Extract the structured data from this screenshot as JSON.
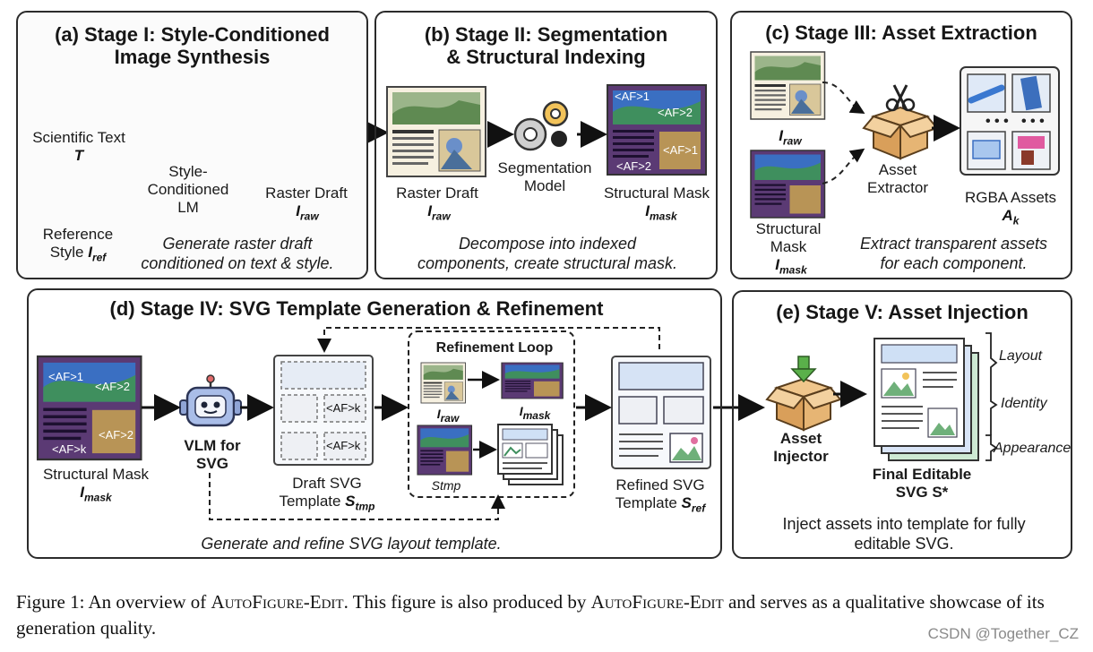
{
  "panels": {
    "a": {
      "title_l1": "(a) Stage I: Style-Conditioned",
      "title_l2": "Image Synthesis",
      "sci_text": "Scientific Text",
      "sci_sym": "T",
      "ref_l1": "Reference",
      "ref_l2": "Style ",
      "ref_sym": "I",
      "ref_sub": "ref",
      "lm_l1": "Style-",
      "lm_l2": "Conditioned",
      "lm_l3": "LM",
      "draft": "Raster Draft",
      "draft_sym": "I",
      "draft_sub": "raw",
      "desc_l1": "Generate raster draft",
      "desc_l2": "conditioned on text & style."
    },
    "b": {
      "title_l1": "(b) Stage II: Segmentation",
      "title_l2": "& Structural Indexing",
      "draft": "Raster Draft",
      "draft_sym": "I",
      "draft_sub": "raw",
      "seg_l1": "Segmentation",
      "seg_l2": "Model",
      "mask": "Structural Mask",
      "mask_sym": "I",
      "mask_sub": "mask",
      "desc_l1": "Decompose into indexed",
      "desc_l2": "components, create structural mask."
    },
    "c": {
      "title": "(c) Stage III: Asset Extraction",
      "iraw_sym": "I",
      "iraw_sub": "raw",
      "mask_l1": "Structural",
      "mask_l2": "Mask",
      "mask_sym": "I",
      "mask_sub": "mask",
      "extractor_l1": "Asset",
      "extractor_l2": "Extractor",
      "rgba": "RGBA Assets",
      "rgba_sym": "A",
      "rgba_sub": "k",
      "desc_l1": "Extract transparent assets",
      "desc_l2": "for each component."
    },
    "d": {
      "title": "(d) Stage IV: SVG Template Generation & Refinement",
      "mask": "Structural Mask",
      "mask_sym": "I",
      "mask_sub": "mask",
      "vlm_l1": "VLM for",
      "vlm_l2": "SVG",
      "draft_l1": "Draft SVG",
      "draft_l2": "Template ",
      "draft_sym": "S",
      "draft_sub": "tmp",
      "loop": "Refinement Loop",
      "iraw_sym": "I",
      "iraw_sub": "raw",
      "imask_sym": "I",
      "imask_sub": "mask",
      "stmp": "Stmp",
      "refined_l1": "Refined SVG",
      "refined_l2": "Template ",
      "refined_sym": "S",
      "refined_sub": "ref",
      "desc": "Generate and refine SVG layout template."
    },
    "e": {
      "title": "(e) Stage V: Asset Injection",
      "injector_l1": "Asset",
      "injector_l2": "Injector",
      "layout": "Layout",
      "identity": "Identity",
      "appearance": "Appearance",
      "final_l1": "Final Editable",
      "final_l2": "SVG S*",
      "desc_l1": "Inject assets into template for fully",
      "desc_l2": "editable SVG."
    }
  },
  "mask_tags": {
    "af1": "<AF>1",
    "af2": "<AF>2",
    "afk": "<AF>k"
  },
  "caption": {
    "prefix": "Figure 1: An overview of ",
    "name": "AutoFigure-Edit",
    "middle": ". This figure is also produced by ",
    "name2": "AutoFigure-Edit",
    "suffix": " and serves as a qualitative showcase of its generation quality."
  },
  "watermark": "CSDN @Together_CZ",
  "colors": {
    "mask_purple": "#5b3a74",
    "mask_green": "#3f8f5e",
    "mask_blue": "#3a6fc2",
    "mask_tan": "#b89456",
    "robot_blue": "#a9bde8",
    "box_tan": "#e0b070"
  }
}
